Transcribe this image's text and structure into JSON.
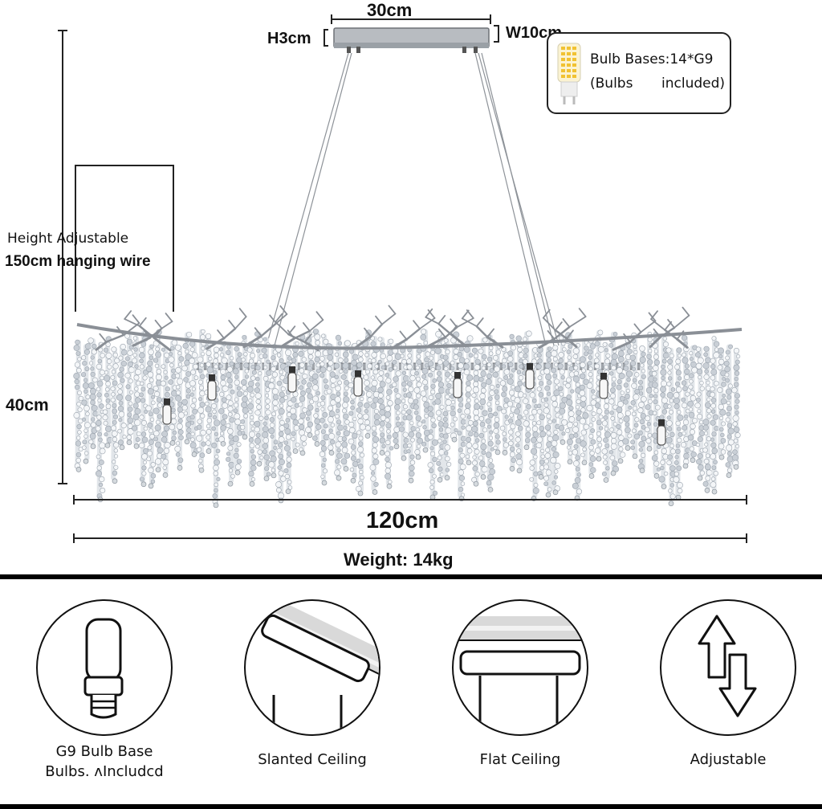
{
  "dimensions": {
    "canopy_length": "30cm",
    "canopy_height": "H3cm",
    "canopy_width": "W10cm",
    "height_adjustable_label": "Height Adjustable",
    "hanging_wire": "150cm hanging wire",
    "body_height": "40cm",
    "body_length": "120cm",
    "weight": "Weight: 14kg"
  },
  "bulb_info": {
    "line1": "Bulb Bases:14*G9",
    "line2_a": "(Bulbs",
    "line2_b": "included)"
  },
  "features": [
    {
      "label": "G9 Bulb Base",
      "sublabel": "Bulbs. ʌIncludcd",
      "icon": "g9-bulb-icon"
    },
    {
      "label": "Slanted Ceiling",
      "icon": "slanted-ceiling-icon"
    },
    {
      "label": "Flat Ceiling",
      "icon": "flat-ceiling-icon"
    },
    {
      "label": "Adjustable",
      "icon": "up-down-arrows-icon"
    }
  ],
  "colors": {
    "line": "#222222",
    "crystal": "#c9cfd6",
    "chrome": "#8a8f96"
  }
}
